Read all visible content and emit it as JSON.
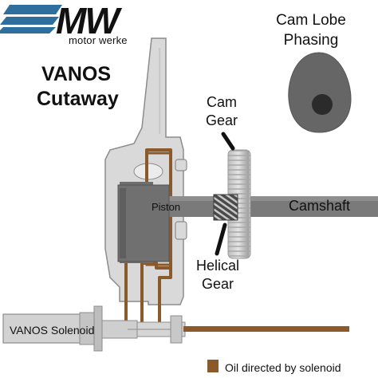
{
  "brand": {
    "name": "MW",
    "tagline": "motor werke"
  },
  "title": {
    "line1": "VANOS",
    "line2": "Cutaway"
  },
  "labels": {
    "cam_lobe_line1": "Cam Lobe",
    "cam_lobe_line2": "Phasing",
    "cam_gear_line1": "Cam",
    "cam_gear_line2": "Gear",
    "helical_line1": "Helical",
    "helical_line2": "Gear",
    "piston": "Piston",
    "camshaft": "Camshaft",
    "solenoid": "VANOS Solenoid"
  },
  "legend": {
    "text": "Oil directed by solenoid",
    "swatch_color": "#8b5a2b"
  },
  "colors": {
    "housing_fill": "#d4d4d4",
    "housing_stroke": "#8c8c8c",
    "shaft": "#7a7a7a",
    "piston": "#6a6a6a",
    "oil": "#8b5a2b",
    "brand_blue": "#2e6f9e",
    "lobe": "#666666",
    "lobe_center": "#2b2b2b"
  }
}
